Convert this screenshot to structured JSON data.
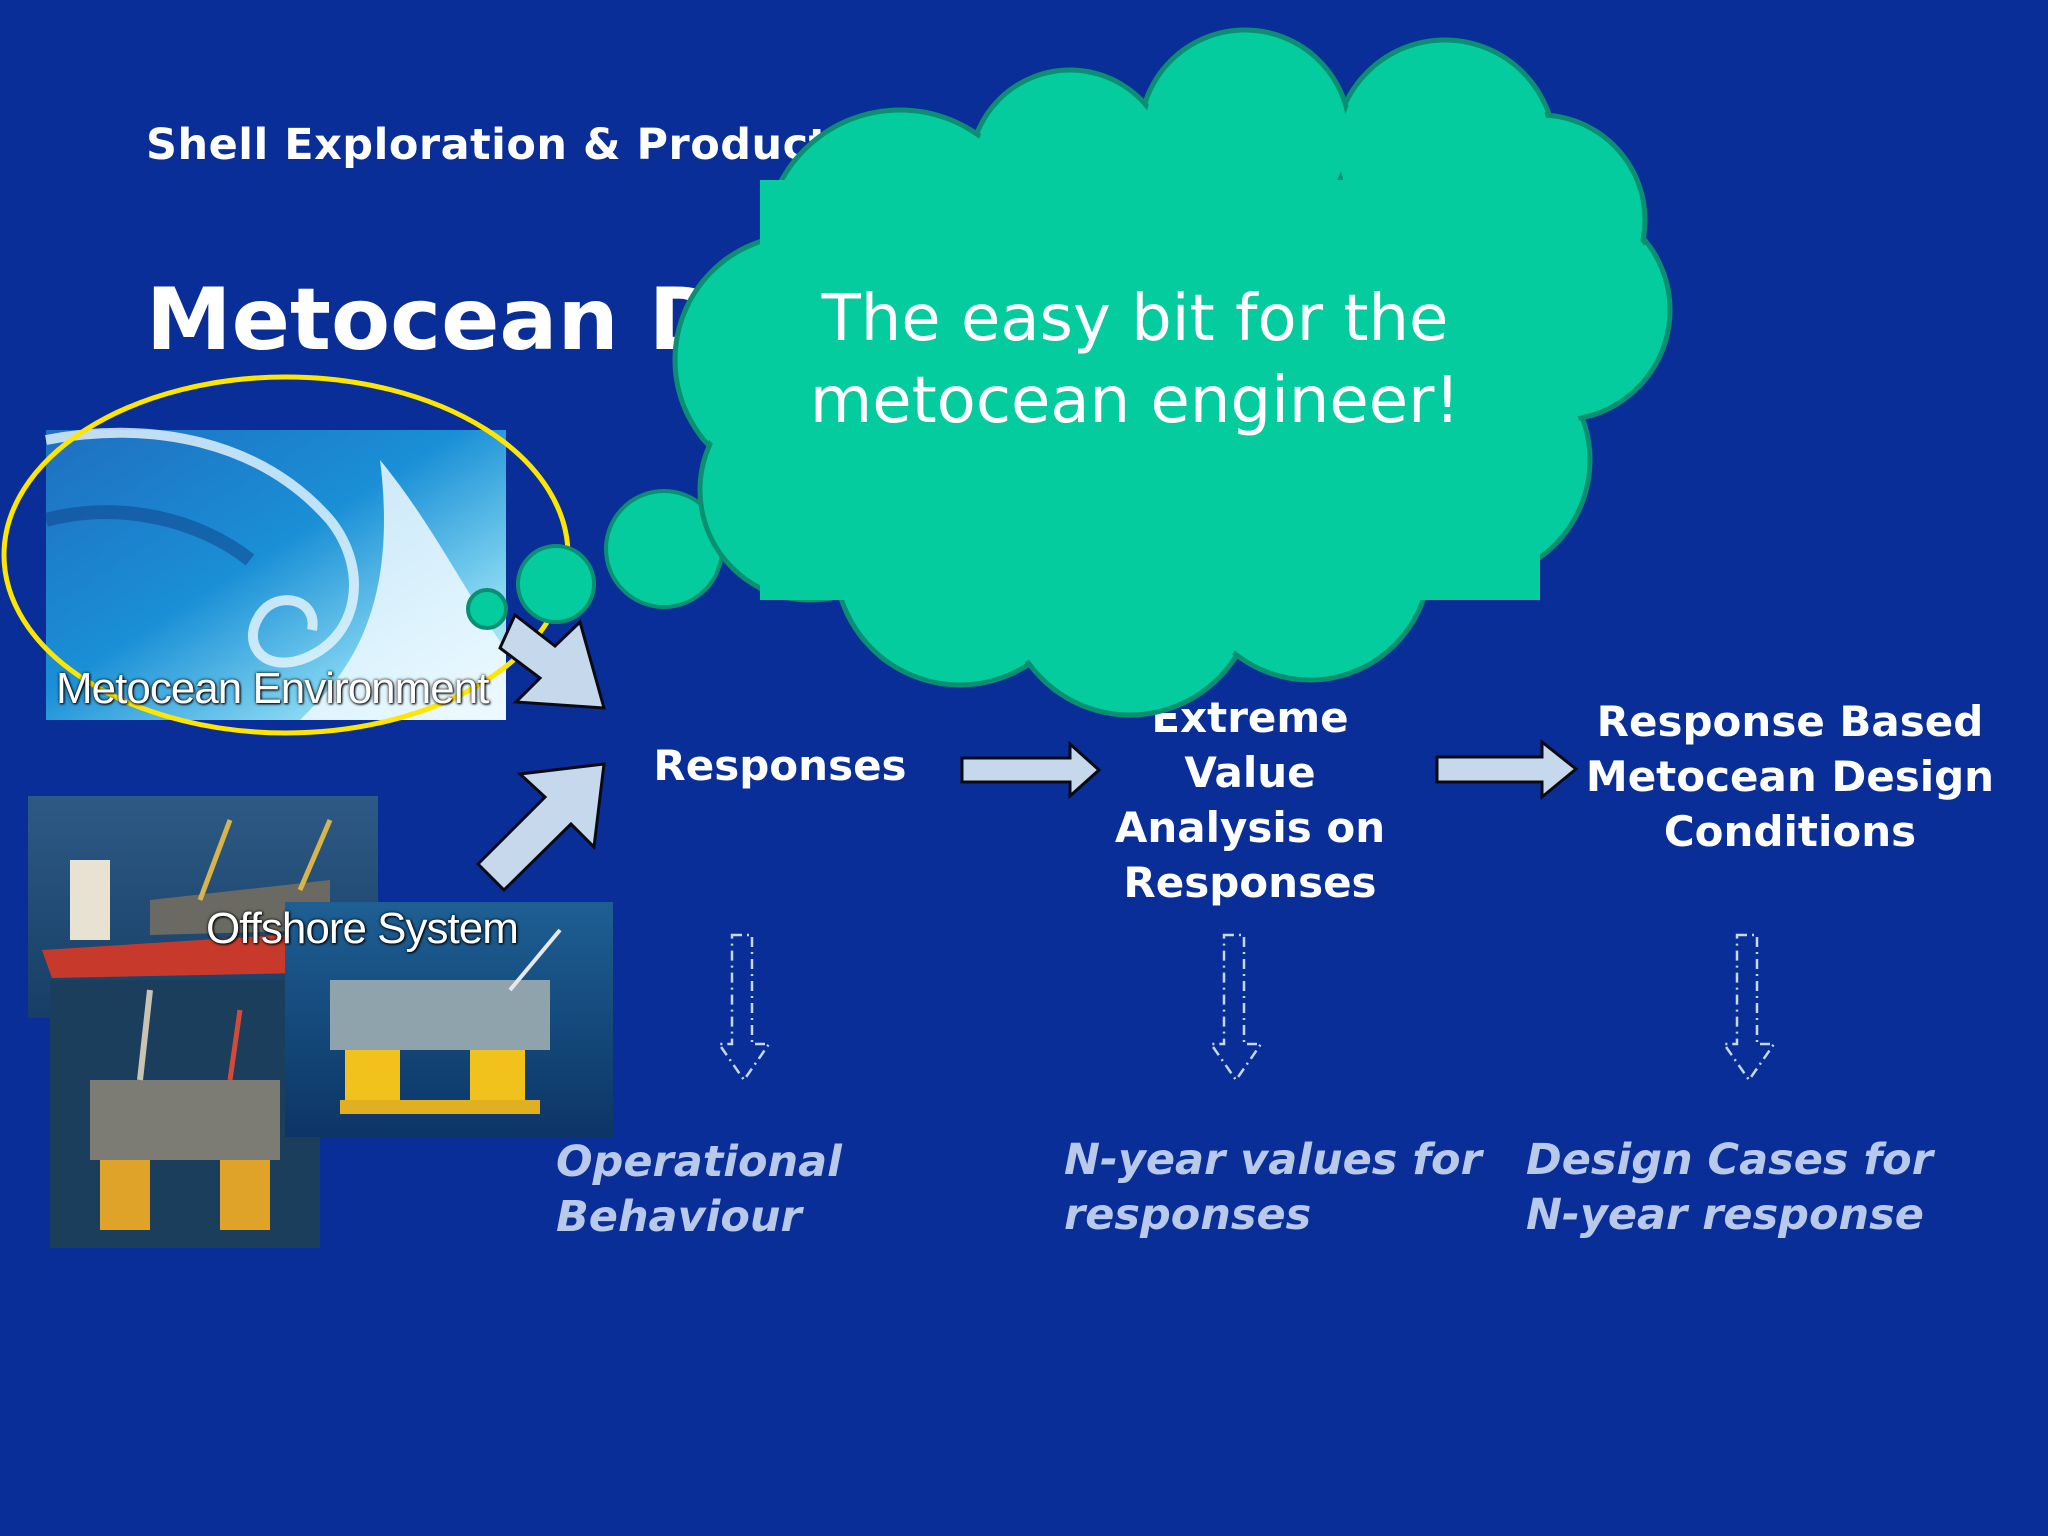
{
  "header": {
    "company": "Shell Exploration & Production"
  },
  "title": "Metocean Da",
  "images": {
    "wave_label": "Metocean Environment",
    "offshore_label": "Offshore System"
  },
  "stages": {
    "responses": "Responses",
    "eva": [
      "Extreme",
      "Value",
      "Analysis on",
      "Responses"
    ],
    "design": [
      "Response Based",
      "Metocean Design",
      "Conditions"
    ]
  },
  "outcomes": {
    "operational": [
      "Operational",
      "Behaviour"
    ],
    "nyear": [
      "N-year values for",
      "responses"
    ],
    "design_cases": [
      "Design Cases for",
      "N-year response"
    ]
  },
  "callout": {
    "lines": [
      "The easy bit for the",
      "metocean engineer!"
    ]
  },
  "colors": {
    "background": "#0a2e98",
    "cloud_fill": "#05cc9e",
    "cloud_stroke": "#0a8f72",
    "highlight_ellipse": "#ffe600",
    "arrow_fill": "#c5d8ec",
    "outcome_text": "#b9c9ea"
  }
}
